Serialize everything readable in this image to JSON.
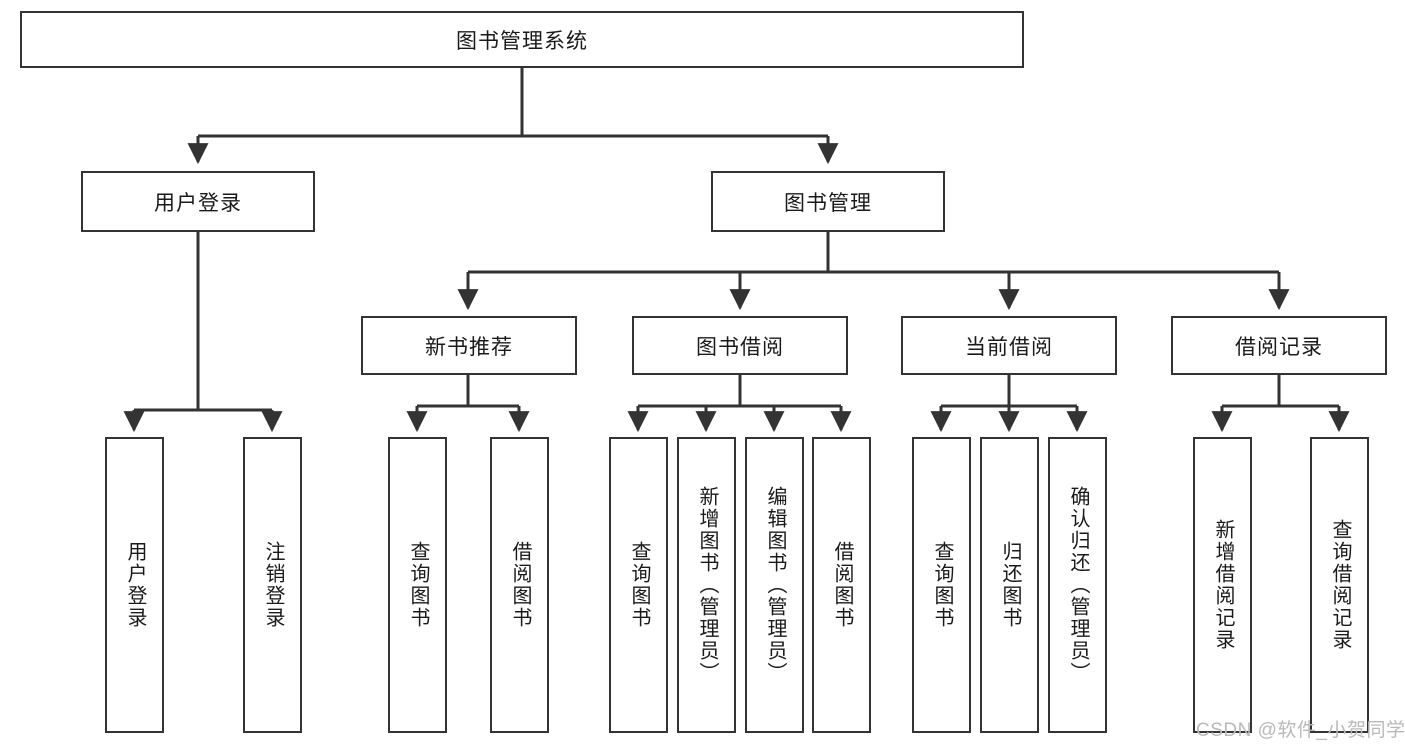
{
  "diagram": {
    "type": "tree",
    "title": "图书管理系统",
    "orientation": "top-down",
    "colors": {
      "box_border": "#333333",
      "box_fill": "#ffffff",
      "edge": "#333333",
      "text": "#1a1a1a",
      "watermark": "#b9b9b9",
      "background": "#ffffff"
    },
    "nodes": {
      "root": {
        "label": "图书管理系统"
      },
      "level2": [
        {
          "id": "user_login",
          "label": "用户登录"
        },
        {
          "id": "book_manage",
          "label": "图书管理"
        }
      ],
      "level3": [
        {
          "id": "new_book_rec",
          "label": "新书推荐",
          "parent": "book_manage"
        },
        {
          "id": "book_borrow",
          "label": "图书借阅",
          "parent": "book_manage"
        },
        {
          "id": "current_borrow",
          "label": "当前借阅",
          "parent": "book_manage"
        },
        {
          "id": "borrow_record",
          "label": "借阅记录",
          "parent": "book_manage"
        }
      ],
      "leaves": [
        {
          "id": "leaf_user_login",
          "label": "用户登录",
          "parent": "user_login"
        },
        {
          "id": "leaf_logout",
          "label": "注销登录",
          "parent": "user_login"
        },
        {
          "id": "leaf_query_book_1",
          "label": "查询图书",
          "parent": "new_book_rec"
        },
        {
          "id": "leaf_borrow_book_1",
          "label": "借阅图书",
          "parent": "new_book_rec"
        },
        {
          "id": "leaf_query_book_2",
          "label": "查询图书",
          "parent": "book_borrow"
        },
        {
          "id": "leaf_add_book",
          "label": "新增图书（管理员）",
          "parent": "book_borrow"
        },
        {
          "id": "leaf_edit_book",
          "label": "编辑图书（管理员）",
          "parent": "book_borrow"
        },
        {
          "id": "leaf_borrow_book_2",
          "label": "借阅图书",
          "parent": "book_borrow"
        },
        {
          "id": "leaf_query_book_3",
          "label": "查询图书",
          "parent": "current_borrow"
        },
        {
          "id": "leaf_return_book",
          "label": "归还图书",
          "parent": "current_borrow"
        },
        {
          "id": "leaf_confirm_return",
          "label": "确认归还（管理员）",
          "parent": "current_borrow"
        },
        {
          "id": "leaf_add_record",
          "label": "新增借阅记录",
          "parent": "borrow_record"
        },
        {
          "id": "leaf_query_record",
          "label": "查询借阅记录",
          "parent": "borrow_record"
        }
      ]
    },
    "watermark": "CSDN @软件_小贺同学"
  }
}
